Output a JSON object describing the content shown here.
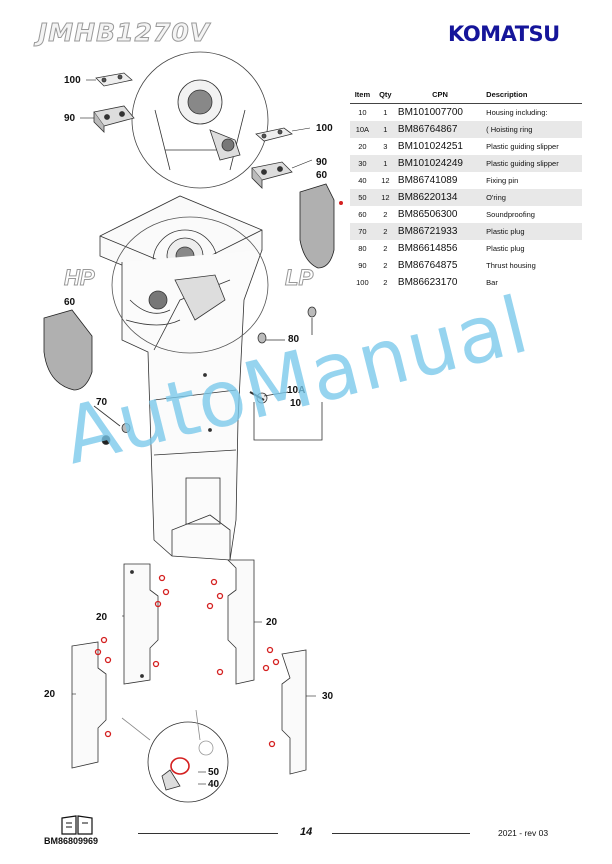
{
  "header": {
    "model": "JMHB1270V",
    "brand": "KOMATSU"
  },
  "table": {
    "columns": [
      "Item",
      "Qty",
      "CPN",
      "Description"
    ],
    "rows": [
      {
        "item": "10",
        "qty": "1",
        "cpn": "BM101007700",
        "description": "Housing including:",
        "shaded": false
      },
      {
        "item": "10A",
        "qty": "1",
        "cpn": "BM86764867",
        "description": "( Hoisting ring",
        "shaded": true
      },
      {
        "item": "20",
        "qty": "3",
        "cpn": "BM101024251",
        "description": "Plastic guiding slipper",
        "shaded": false
      },
      {
        "item": "30",
        "qty": "1",
        "cpn": "BM101024249",
        "description": "Plastic guiding slipper",
        "shaded": true
      },
      {
        "item": "40",
        "qty": "12",
        "cpn": "BM86741089",
        "description": "Fixing pin",
        "shaded": false
      },
      {
        "item": "50",
        "qty": "12",
        "cpn": "BM86220134",
        "description": "O'ring",
        "shaded": true
      },
      {
        "item": "60",
        "qty": "2",
        "cpn": "BM86506300",
        "description": "Soundproofing",
        "shaded": false
      },
      {
        "item": "70",
        "qty": "2",
        "cpn": "BM86721933",
        "description": "Plastic plug",
        "shaded": true
      },
      {
        "item": "80",
        "qty": "2",
        "cpn": "BM86614856",
        "description": "Plastic plug",
        "shaded": false
      },
      {
        "item": "90",
        "qty": "2",
        "cpn": "BM86764875",
        "description": "Thrust housing",
        "shaded": false
      },
      {
        "item": "100",
        "qty": "2",
        "cpn": "BM86623170",
        "description": "Bar",
        "shaded": false
      }
    ]
  },
  "callouts": {
    "c100_top": "100",
    "c90_left": "90",
    "c100_right": "100",
    "c90_right": "90",
    "c60_right": "60",
    "c60_left": "60",
    "c80": "80",
    "c70": "70",
    "c10A": "10A",
    "c10": "10",
    "c20_left": "20",
    "c20_right": "20",
    "c20_bottom": "20",
    "c30": "30",
    "c50": "50",
    "c40": "40"
  },
  "views": {
    "hp": "HP",
    "lp": "LP"
  },
  "watermark": "AutoManual",
  "footer": {
    "code": "BM86809969",
    "page": "14",
    "revision": "2021 -  rev 03"
  },
  "colors": {
    "brand_blue": "#15159a",
    "row_shade": "#e8e8e8",
    "watermark": "#78c8eb",
    "oring_red": "#d42020",
    "soundproofing_gray": "#b0b0b0"
  },
  "icons": {
    "manual": "book-icon"
  }
}
